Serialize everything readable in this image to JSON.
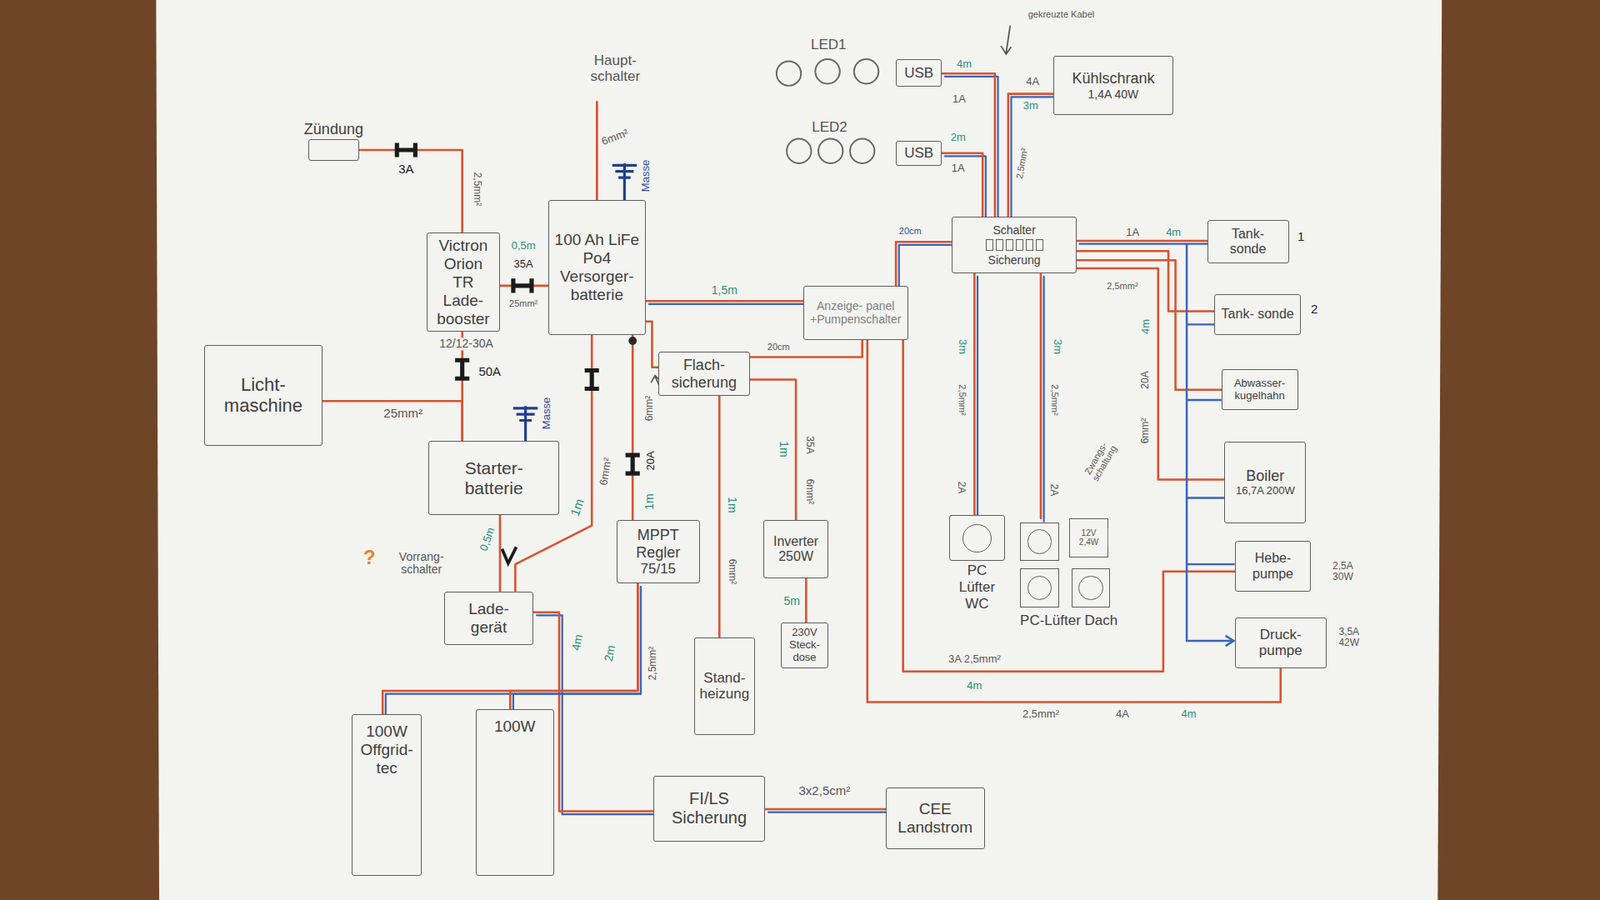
{
  "diagram": {
    "nodes": [
      {
        "text": [
          "Zündung"
        ]
      },
      {
        "text": [
          "Victron Orion TR Lade- booster"
        ]
      },
      {
        "text": [
          "100 Ah LiFe Po4 Versorger- batterie"
        ]
      },
      {
        "text": [
          "Licht- maschine"
        ]
      },
      {
        "text": [
          "Starter- batterie"
        ]
      },
      {
        "text": [
          "Lade- gerät"
        ]
      },
      {
        "text": [
          "MPPT Regler",
          "75/15"
        ]
      },
      {
        "text": [
          "Flach- sicherung"
        ]
      },
      {
        "text": [
          "Anzeige- panel +Pumpenschalter"
        ]
      },
      {
        "text": [
          "Schalter",
          "Sicherung"
        ]
      },
      {
        "text": [
          "Stand- heizung"
        ]
      },
      {
        "text": [
          "Inverter 250W"
        ]
      },
      {
        "text": [
          "230V Steck- dose"
        ]
      },
      {
        "text": [
          "100W Offgrid- tec"
        ]
      },
      {
        "text": [
          "100W"
        ]
      },
      {
        "text": [
          "FI/LS Sicherung"
        ]
      },
      {
        "text": [
          "CEE Landstrom"
        ]
      },
      {
        "text": [
          "Kühlschrank",
          "1,4A 40W"
        ]
      },
      {
        "text": [
          "USB"
        ]
      },
      {
        "text": [
          "USB"
        ]
      },
      {
        "text": [
          "Tank- sonde"
        ]
      },
      {
        "text": [
          "Tank- sonde"
        ]
      },
      {
        "text": [
          "Abwasser- kugelhahn"
        ]
      },
      {
        "text": [
          "Boiler",
          "16,7A 200W"
        ]
      },
      {
        "text": [
          "Hebe- pumpe"
        ]
      },
      {
        "text": [
          "Druck- pumpe"
        ]
      },
      {
        "text": [
          "PC Lüfter WC"
        ]
      },
      {
        "text": [
          "PC-Lüfter Dach"
        ]
      }
    ],
    "edges": [
      {
        "from": 0,
        "to": 1,
        "arrow": "none"
      },
      {
        "from": 1,
        "to": 2,
        "arrow": "none"
      },
      {
        "from": 3,
        "to": 4,
        "arrow": "none"
      },
      {
        "from": 4,
        "to": 1,
        "arrow": "none"
      },
      {
        "from": 4,
        "to": 5,
        "arrow": "none"
      },
      {
        "from": 2,
        "to": 5,
        "arrow": "none"
      },
      {
        "from": 5,
        "to": 15,
        "arrow": "none"
      },
      {
        "from": 15,
        "to": 16,
        "arrow": "none"
      },
      {
        "from": 13,
        "to": 6,
        "arrow": "none"
      },
      {
        "from": 14,
        "to": 6,
        "arrow": "none"
      },
      {
        "from": 6,
        "to": 2,
        "arrow": "none"
      },
      {
        "from": 2,
        "to": 7,
        "arrow": "none"
      },
      {
        "from": 7,
        "to": 10,
        "arrow": "none"
      },
      {
        "from": 7,
        "to": 11,
        "arrow": "none"
      },
      {
        "from": 11,
        "to": 12,
        "arrow": "none"
      },
      {
        "from": 2,
        "to": 8,
        "arrow": "none"
      },
      {
        "from": 7,
        "to": 8,
        "arrow": "none"
      },
      {
        "from": 8,
        "to": 9,
        "arrow": "none"
      },
      {
        "from": 8,
        "to": 24,
        "arrow": "none"
      },
      {
        "from": 8,
        "to": 25,
        "arrow": "none"
      },
      {
        "from": 9,
        "to": 18,
        "arrow": "none"
      },
      {
        "from": 9,
        "to": 19,
        "arrow": "none"
      },
      {
        "from": 9,
        "to": 17,
        "arrow": "none"
      },
      {
        "from": 9,
        "to": 26,
        "arrow": "none"
      },
      {
        "from": 9,
        "to": 27,
        "arrow": "none"
      },
      {
        "from": 9,
        "to": 20,
        "arrow": "none"
      },
      {
        "from": 9,
        "to": 21,
        "arrow": "none"
      },
      {
        "from": 9,
        "to": 22,
        "arrow": "none"
      },
      {
        "from": 9,
        "to": 23,
        "arrow": "none"
      }
    ],
    "labels": [
      "Haupt- schalter",
      "6mm²",
      "Masse",
      "3A",
      "2,5mm²",
      "0,5m",
      "35A",
      "25mm²",
      "12/12-30A",
      "50A",
      "25mm²",
      "Masse",
      "0,5m",
      "?",
      "Vorrang- schalter",
      "6mm²",
      "1m",
      "6mm²",
      "20A",
      "1m",
      "4m",
      "2m",
      "2,5mm²",
      "1,5m",
      "20cm",
      "1m",
      "6mm²",
      "1m",
      "35A",
      "6mm²",
      "5m",
      "3x2,5cm²",
      "LED1",
      "LED2",
      "4m",
      "1A",
      "2m",
      "1A",
      "4A",
      "3m",
      "gekreuzte Kabel",
      "2,5mm²",
      "20cm",
      "1A",
      "4m",
      "2,5mm²",
      "1",
      "2",
      "4m",
      "20A",
      "6mm²",
      "3m",
      "2,5mm²",
      "2A",
      "3m",
      "2,5mm²",
      "2A",
      "Zwangs- schaltung",
      "12V 2,4W",
      "2,5A 30W",
      "3,5A 42W",
      "3A 2,5mm²",
      "4m",
      "2,5mm²",
      "4A",
      "4m"
    ]
  }
}
